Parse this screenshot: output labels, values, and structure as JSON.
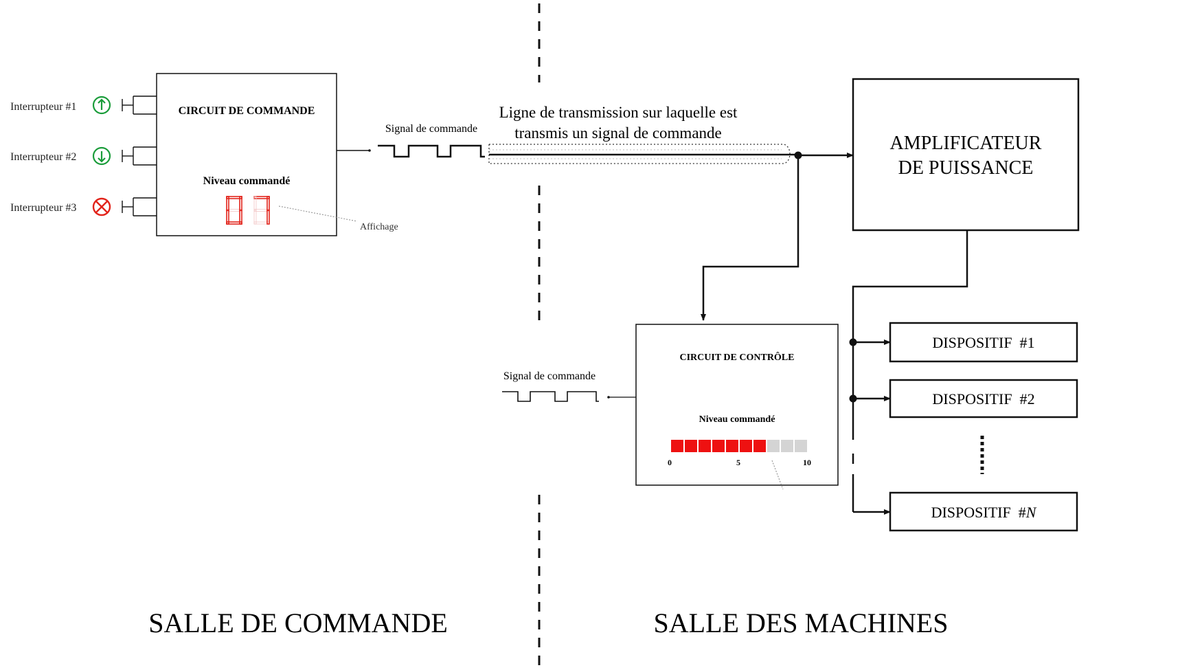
{
  "rooms": {
    "left": "SALLE DE COMMANDE",
    "right": "SALLE DES MACHINES"
  },
  "switches": [
    {
      "label": "Interrupteur #1",
      "icon": "arrow-up-circle-icon",
      "color": "#1a9c3a"
    },
    {
      "label": "Interrupteur #2",
      "icon": "arrow-down-circle-icon",
      "color": "#1a9c3a"
    },
    {
      "label": "Interrupteur #3",
      "icon": "cross-circle-icon",
      "color": "#e2231a"
    }
  ],
  "command_circuit": {
    "title": "CIRCUIT DE COMMANDE",
    "level_label": "Niveau commandé",
    "display_value": "07",
    "display_color": "#e2231a",
    "display_note": "Affichage"
  },
  "signal_top": {
    "label": "Signal de commande"
  },
  "transmission_line": {
    "line1": "Ligne de transmission sur laquelle est",
    "line2": "transmis un signal de commande"
  },
  "amplifier": {
    "line1": "AMPLIFICATEUR",
    "line2": "DE PUISSANCE"
  },
  "control_circuit": {
    "title": "CIRCUIT DE CONTRÔLE",
    "level_label": "Niveau commandé",
    "bar_level": 7,
    "bar_max": 10,
    "bar_on_color": "#ee1111",
    "bar_off_color": "#d4d4d4",
    "scale_labels": [
      "0",
      "5",
      "10"
    ]
  },
  "signal_bottom": {
    "label": "Signal de commande"
  },
  "devices": [
    {
      "prefix": "DISPOSITIF  #",
      "suffix": "1"
    },
    {
      "prefix": "DISPOSITIF  #",
      "suffix": "2"
    },
    {
      "prefix": "DISPOSITIF  #",
      "suffix": "N"
    }
  ]
}
